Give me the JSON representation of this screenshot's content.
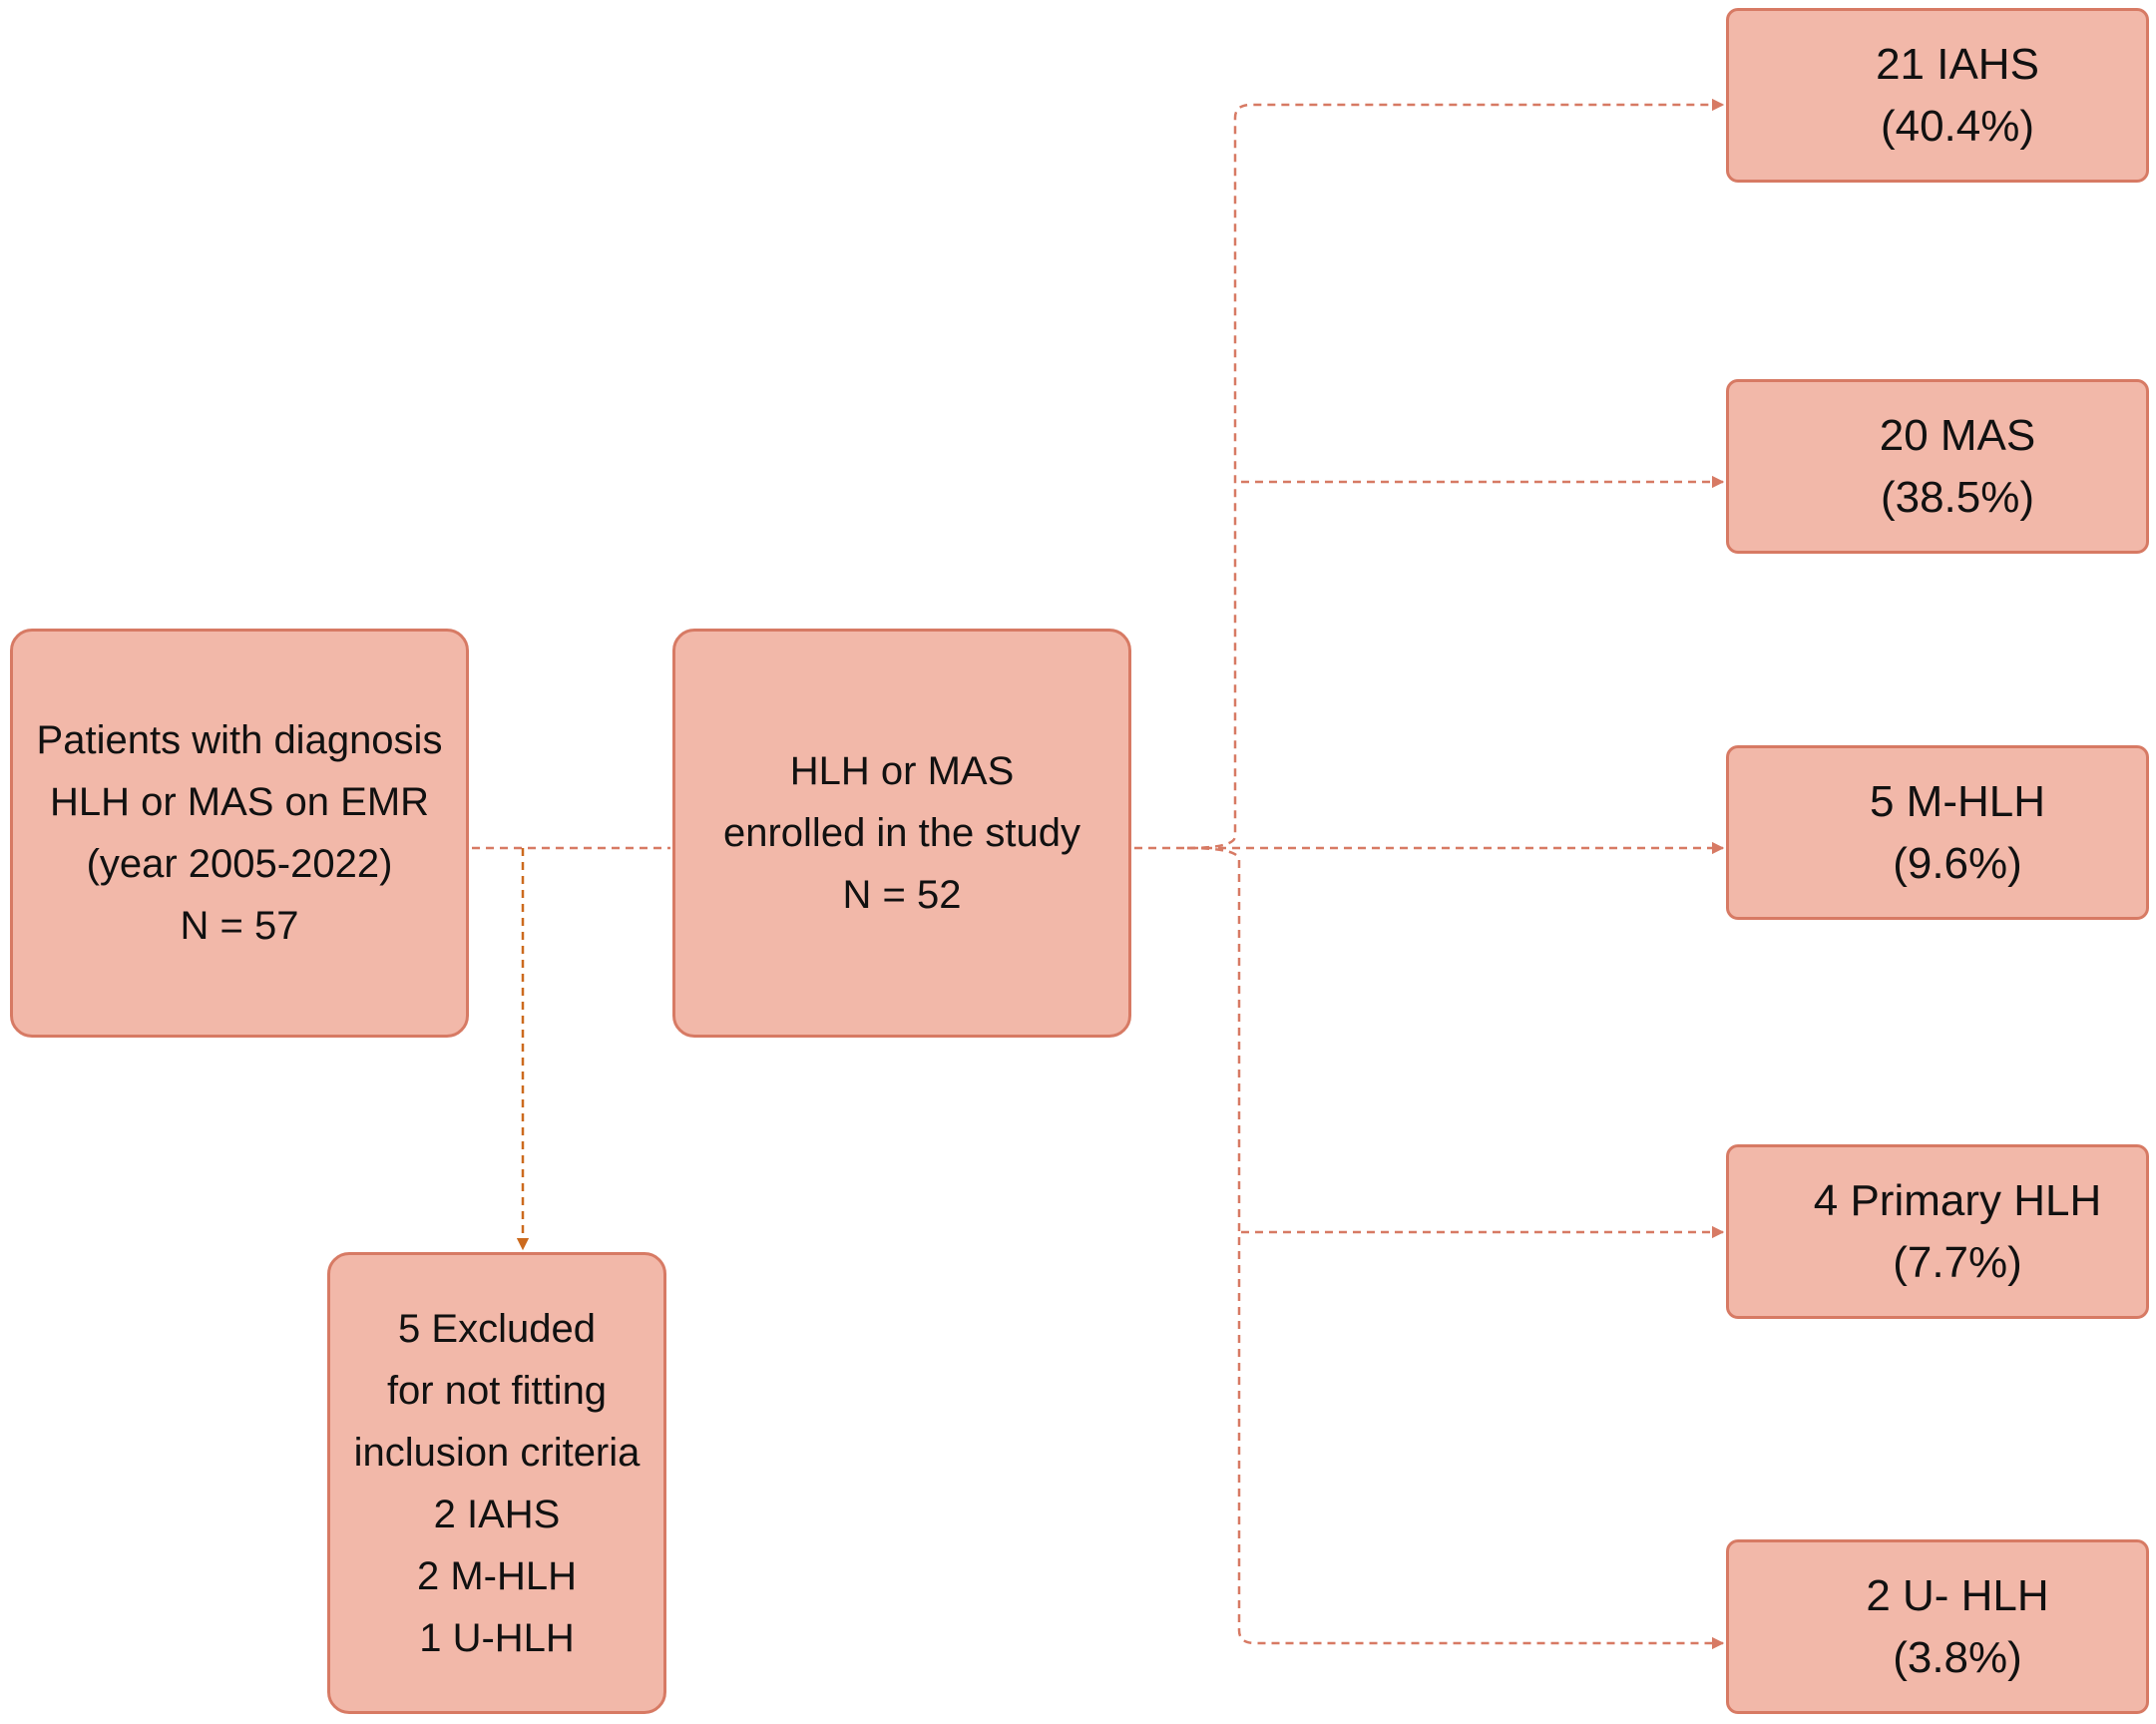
{
  "colors": {
    "box_fill": "#f2b8a9",
    "box_border": "#d77a64",
    "connector": "#d77a64",
    "exclusion_connector": "#cc6a1e",
    "text": "#111111"
  },
  "source": {
    "lines": [
      "Patients with diagnosis",
      "HLH or MAS on EMR",
      "(year 2005-2022)",
      "N = 57"
    ]
  },
  "enrolled": {
    "lines": [
      "HLH or MAS",
      "enrolled in the study",
      "N = 52"
    ]
  },
  "excluded": {
    "lines": [
      "5 Excluded",
      "for not fitting",
      "inclusion criteria",
      "2 IAHS",
      "2 M-HLH",
      "1 U-HLH"
    ]
  },
  "outcomes": [
    {
      "label": "21 IAHS",
      "percent": "(40.4%)"
    },
    {
      "label": "20 MAS",
      "percent": "(38.5%)"
    },
    {
      "label": "5 M-HLH",
      "percent": "(9.6%)"
    },
    {
      "label": "4 Primary HLH",
      "percent": "(7.7%)"
    },
    {
      "label": "2 U- HLH",
      "percent": "(3.8%)"
    }
  ]
}
